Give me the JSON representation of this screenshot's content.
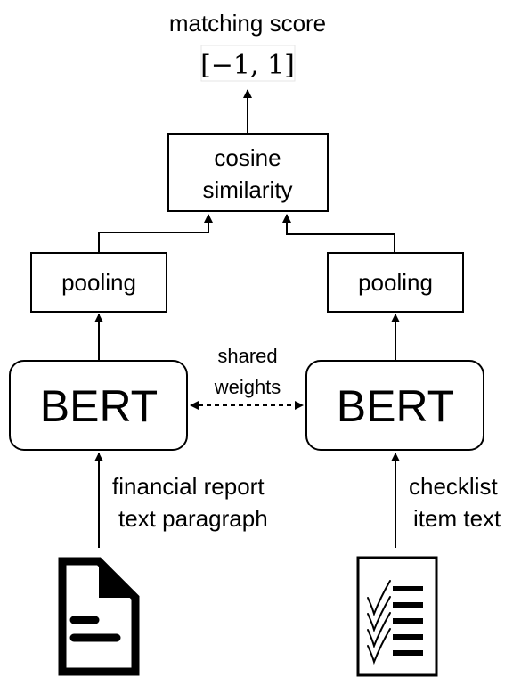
{
  "output": {
    "title": "matching score",
    "range": "[−1, 1]"
  },
  "similarity": {
    "line1": "cosine",
    "line2": "similarity"
  },
  "left": {
    "pooling": "pooling",
    "encoder": "BERT",
    "input_line1": "financial report",
    "input_line2": "text paragraph",
    "icon": "document-icon"
  },
  "right": {
    "pooling": "pooling",
    "encoder": "BERT",
    "input_line1": "checklist",
    "input_line2": "item text",
    "icon": "checklist-icon"
  },
  "shared": {
    "line1": "shared",
    "line2": "weights"
  },
  "colors": {
    "stroke": "#000000",
    "background": "#ffffff"
  }
}
